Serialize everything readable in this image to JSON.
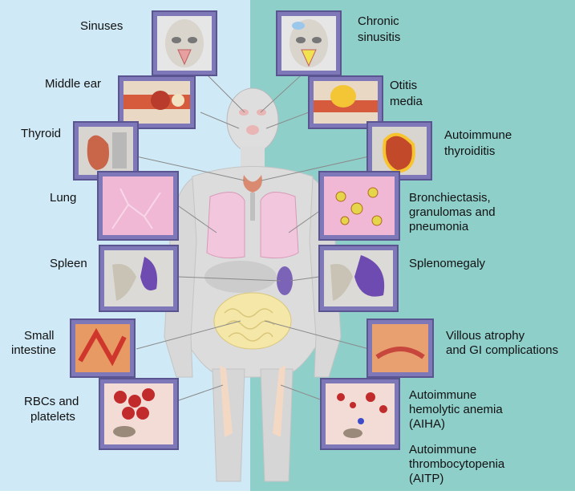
{
  "colors": {
    "left_bg": "#cfe9f6",
    "right_bg": "#8fcfca",
    "panel_frame": "#7f78b8",
    "panel_frame_dark": "#5a5490",
    "body_fill": "#dcdcdc",
    "leader_line": "#8a8a8a"
  },
  "left_labels": {
    "sinuses": "Sinuses",
    "middle_ear": "Middle ear",
    "thyroid": "Thyroid",
    "lung": "Lung",
    "spleen": "Spleen",
    "small_intestine_1": "Small",
    "small_intestine_2": "intestine",
    "rbc_1": "RBCs and",
    "rbc_2": "platelets"
  },
  "right_labels": {
    "chronic_sinusitis_1": "Chronic",
    "chronic_sinusitis_2": "sinusitis",
    "otitis_1": "Otitis",
    "otitis_2": "media",
    "thyroiditis_1": "Autoimmune",
    "thyroiditis_2": "thyroiditis",
    "lung_1": "Bronchiectasis,",
    "lung_2": "granulomas and",
    "lung_3": "pneumonia",
    "splenomegaly": "Splenomegaly",
    "villous_1": "Villous atrophy",
    "villous_2": "and GI complications",
    "aiha_1": "Autoimmune",
    "aiha_2": "hemolytic anemia",
    "aiha_3": "(AIHA)",
    "aitp_1": "Autoimmune",
    "aitp_2": "thrombocytopenia",
    "aitp_3": "(AITP)"
  },
  "panels_left": [
    {
      "name": "sinuses-normal-panel",
      "icon": "face-sinus"
    },
    {
      "name": "middle-ear-normal-panel",
      "icon": "ear"
    },
    {
      "name": "thyroid-normal-panel",
      "icon": "thyroid"
    },
    {
      "name": "lung-normal-panel",
      "icon": "lung"
    },
    {
      "name": "spleen-normal-panel",
      "icon": "spleen"
    },
    {
      "name": "small-intestine-normal-panel",
      "icon": "intestine"
    },
    {
      "name": "rbc-normal-panel",
      "icon": "blood-cells"
    }
  ],
  "panels_right": [
    {
      "name": "chronic-sinusitis-panel",
      "icon": "face-sinus"
    },
    {
      "name": "otitis-media-panel",
      "icon": "ear"
    },
    {
      "name": "thyroiditis-panel",
      "icon": "thyroid"
    },
    {
      "name": "bronchiectasis-panel",
      "icon": "lung"
    },
    {
      "name": "splenomegaly-panel",
      "icon": "spleen"
    },
    {
      "name": "villous-atrophy-panel",
      "icon": "intestine"
    },
    {
      "name": "aiha-panel",
      "icon": "blood-cells"
    }
  ]
}
